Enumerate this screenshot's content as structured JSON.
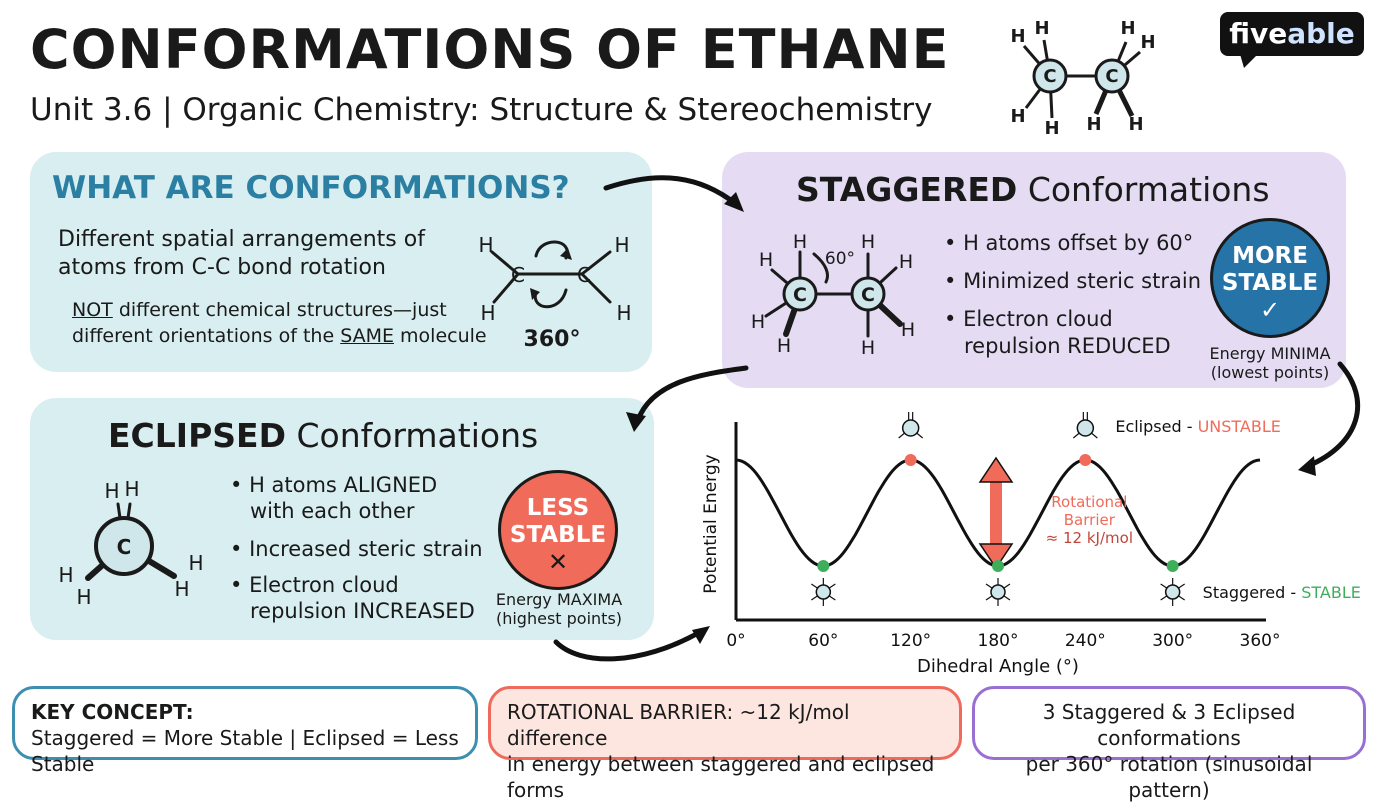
{
  "header": {
    "title": "CONFORMATIONS OF ETHANE",
    "subtitle": "Unit 3.6 | Organic Chemistry: Structure & Stereochemistry",
    "logo_a": "five",
    "logo_b": "able"
  },
  "what": {
    "heading": "WHAT ARE CONFORMATIONS?",
    "line1": "Different spatial arrangements of",
    "line2": "atoms from C-C bond rotation",
    "note_not": "NOT",
    "note_rest1": " different chemical structures—just",
    "note_line2a": "different orientations of the ",
    "note_same": "SAME",
    "note_line2b": " molecule",
    "rotation_label": "360°"
  },
  "staggered": {
    "heading_bold": "STAGGERED",
    "heading_rest": " Conformations",
    "angle_label": "60°",
    "bullets": [
      "H atoms offset by 60°",
      "Minimized steric strain",
      "Electron cloud",
      "repulsion REDUCED"
    ],
    "badge_line1": "MORE",
    "badge_line2": "STABLE",
    "badge_icon": "✓",
    "energy_line1": "Energy MINIMA",
    "energy_line2": "(lowest points)"
  },
  "eclipsed": {
    "heading_bold": "ECLIPSED",
    "heading_rest": " Conformations",
    "bullets": [
      "H atoms ALIGNED",
      "with each other",
      "Increased steric strain",
      "Electron cloud",
      "repulsion INCREASED"
    ],
    "badge_line1": "LESS",
    "badge_line2": "STABLE",
    "badge_icon": "✕",
    "energy_line1": "Energy MAXIMA",
    "energy_line2": "(highest points)"
  },
  "chart_data": {
    "type": "line",
    "title": "",
    "xlabel": "Dihedral Angle (°)",
    "ylabel": "Potential Energy",
    "xlim": [
      0,
      360
    ],
    "x_ticks": [
      "0°",
      "60°",
      "120°",
      "180°",
      "240°",
      "300°",
      "360°"
    ],
    "x_tick_values": [
      0,
      60,
      120,
      180,
      240,
      300,
      360
    ],
    "series": [
      {
        "x": [
          0,
          60,
          120,
          180,
          240,
          300,
          360
        ],
        "y": [
          12,
          0,
          12,
          0,
          12,
          0,
          12
        ]
      }
    ],
    "maxima_x": [
      120,
      240
    ],
    "minima_x": [
      60,
      180,
      300
    ],
    "eclipsed_label_a": "Eclipsed - ",
    "eclipsed_label_b": "UNSTABLE",
    "staggered_label_a": "Staggered - ",
    "staggered_label_b": "STABLE",
    "barrier_line1": "Rotational",
    "barrier_line2": "Barrier",
    "barrier_line3": "≈ 12 kJ/mol",
    "colors": {
      "max": "#f06b5a",
      "min": "#3fae5c",
      "curve": "#111111",
      "barrier": "#f06b5a"
    }
  },
  "bottom": {
    "key_line1": "KEY CONCEPT:",
    "key_line2": "Staggered = More Stable | Eclipsed = Less Stable",
    "barrier_line1": "ROTATIONAL BARRIER: ~12 kJ/mol difference",
    "barrier_line2": "in energy between staggered and eclipsed forms",
    "count_line1": "3 Staggered & 3 Eclipsed conformations",
    "count_line2": "per 360° rotation (sinusoidal pattern)"
  },
  "colors": {
    "blue_heading": "#2a7fa3",
    "more_stable": "#2673a8",
    "less_stable": "#f06b5a",
    "box_blue_border": "#3d8fb0",
    "box_red_border": "#ef6a5d",
    "box_purple_border": "#9a6fd3"
  },
  "atoms": {
    "carbon": "C",
    "hydrogen": "H"
  }
}
